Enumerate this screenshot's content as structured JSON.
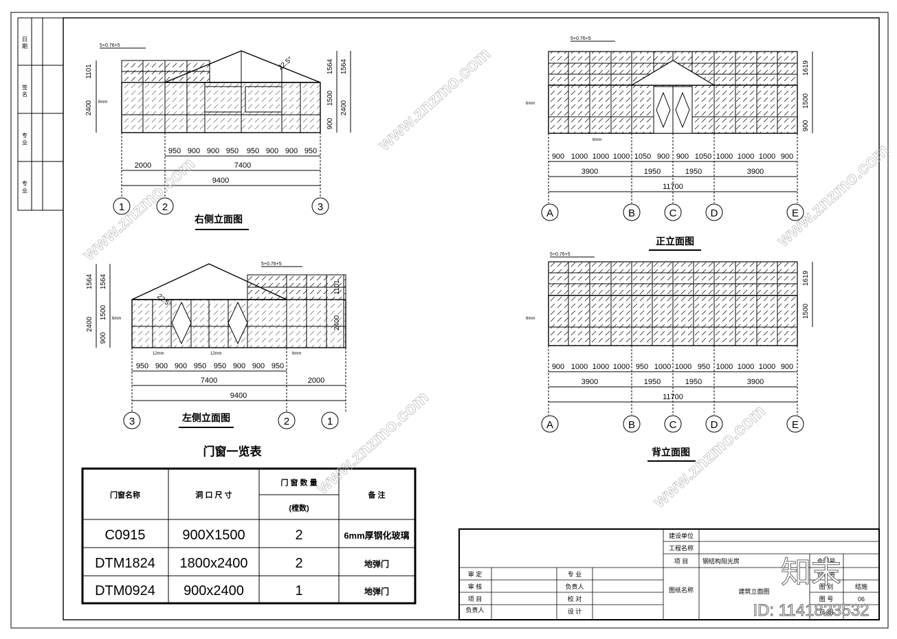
{
  "left_strip": [
    "日 期",
    "签 名",
    "专 业",
    "专 业"
  ],
  "right_elevation": {
    "title": "右侧立面图",
    "glass_note": "5+0.76+5",
    "side_note": "6mm",
    "angle": "22.5°",
    "left_dims": [
      "1101",
      "2400"
    ],
    "right_dims_outer": [
      "1564",
      "1500",
      "900"
    ],
    "right_dims_inner": [
      "1564",
      "2400"
    ],
    "bays": [
      "950",
      "900",
      "900",
      "950",
      "950",
      "900",
      "900",
      "950"
    ],
    "total_a": "2000",
    "total_b": "7400",
    "overall": "9400",
    "axes": [
      "1",
      "2",
      "3"
    ]
  },
  "left_elevation": {
    "title": "左侧立面图",
    "glass_note": "5+0.76+5",
    "side_note": "6mm",
    "door_note_1": "12mm",
    "door_note_2": "12mm",
    "door_note_3": "6mm",
    "angle": "22.5°",
    "left_dims_outer": [
      "1564",
      "2400"
    ],
    "left_dims_inner": [
      "1564",
      "1500",
      "900"
    ],
    "right_dims": [
      "1101",
      "2400"
    ],
    "bays": [
      "950",
      "900",
      "900",
      "950",
      "950",
      "900",
      "900",
      "950"
    ],
    "total_a": "7400",
    "total_b": "2000",
    "overall": "9400",
    "axes": [
      "3",
      "2",
      "1"
    ]
  },
  "front_elevation": {
    "title": "正立面图",
    "glass_note": "5+0.76+5",
    "side_note": "6mm",
    "bottom_note": "6mm",
    "right_dims": [
      "1619",
      "1500",
      "900"
    ],
    "bays": [
      "900",
      "1000",
      "1000",
      "1000",
      "1050",
      "900",
      "900",
      "1050",
      "1000",
      "1000",
      "1000",
      "900"
    ],
    "groups": [
      "3900",
      "1950",
      "1950",
      "3900"
    ],
    "overall": "11700",
    "axes": [
      "A",
      "B",
      "C",
      "D",
      "E"
    ]
  },
  "back_elevation": {
    "title": "背立面图",
    "glass_note": "5+0.76+5",
    "side_note": "6mm",
    "right_dims": [
      "1619",
      "1500"
    ],
    "bays": [
      "900",
      "1000",
      "1000",
      "1000",
      "950",
      "1000",
      "1000",
      "950",
      "1000",
      "1000",
      "1000",
      "900"
    ],
    "groups": [
      "3900",
      "1950",
      "1950",
      "3900"
    ],
    "overall": "11700",
    "axes": [
      "A",
      "B",
      "C",
      "D",
      "E"
    ]
  },
  "schedule": {
    "title": "门窗一览表",
    "headers": [
      "门窗名称",
      "洞 口 尺 寸",
      "门 窗 数 量",
      "(樘数)",
      "备 注"
    ],
    "rows": [
      [
        "C0915",
        "900X1500",
        "2",
        "6mm厚钢化玻璃"
      ],
      [
        "DTM1824",
        "1800x2400",
        "2",
        "地弹门"
      ],
      [
        "DTM0924",
        "900x2400",
        "1",
        "地弹门"
      ]
    ]
  },
  "title_block": {
    "construction_unit": "建设单位",
    "project_name_label": "工程名称",
    "item_label": "项 目",
    "item_value": "钢结构阳光房",
    "contract_no": "合同号",
    "design_no": "设计号",
    "drawing_name_label": "图纸名称",
    "drawing_name": "建筑立面图",
    "category_label": "图 别",
    "category": "结施",
    "number_label": "图 号",
    "number": "06",
    "date_label": "日 期",
    "approve": "审 定",
    "review": "审 核",
    "project": "项 目",
    "person_in_charge": "负责人",
    "discipline": "专 业",
    "discipline_person": "负责人",
    "check": "校 对",
    "design": "设 计"
  },
  "watermark": {
    "brand": "知末",
    "id": "ID: 1141823532",
    "site": "www.znzmo.com"
  }
}
